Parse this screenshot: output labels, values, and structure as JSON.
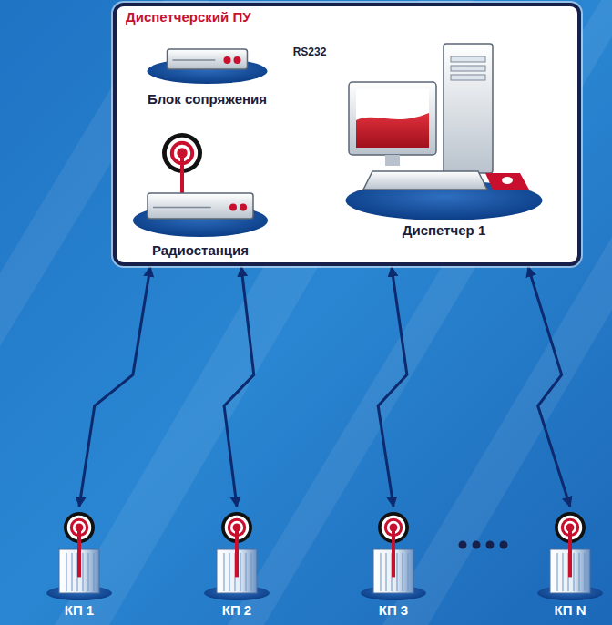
{
  "diagram": {
    "nodes": [
      {
        "text": [
          "Диспетчерский ПУ"
        ]
      },
      {
        "text": [
          "Блок сопряжения"
        ],
        "in": 0
      },
      {
        "text": [
          "Радиостанция"
        ],
        "in": 0
      },
      {
        "text": [
          "Диспетчер 1"
        ],
        "in": 0
      },
      {
        "text": [
          "КП 1"
        ]
      },
      {
        "text": [
          "КП 2"
        ]
      },
      {
        "text": [
          "КП 3"
        ]
      },
      {
        "text": [
          "КП N"
        ]
      }
    ],
    "edges": [
      {
        "from": 1,
        "to": 3,
        "arrow": "both",
        "label": "RS232"
      },
      {
        "from": 1,
        "to": 2,
        "arrow": "both"
      },
      {
        "from": 0,
        "to": 4,
        "arrow": "both"
      },
      {
        "from": 0,
        "to": 5,
        "arrow": "both"
      },
      {
        "from": 0,
        "to": 6,
        "arrow": "both"
      },
      {
        "from": 0,
        "to": 7,
        "arrow": "both"
      }
    ]
  }
}
